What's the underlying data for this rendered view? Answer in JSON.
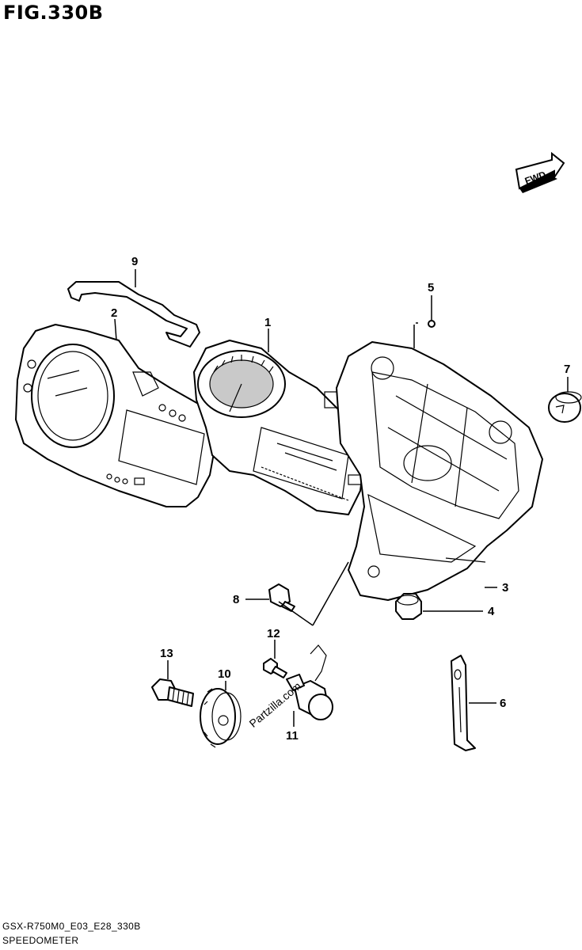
{
  "figure": {
    "title": "FIG.330B",
    "footer_code": "GSX-R750M0_E03_E28_330B",
    "footer_name": "SPEEDOMETER",
    "fwd_label": "FWD",
    "watermark": "Partzilla.com"
  },
  "callouts": [
    {
      "id": "1",
      "label": "1"
    },
    {
      "id": "2",
      "label": "2"
    },
    {
      "id": "3",
      "label": "3"
    },
    {
      "id": "4",
      "label": "4"
    },
    {
      "id": "5",
      "label": "5"
    },
    {
      "id": "6",
      "label": "6"
    },
    {
      "id": "7",
      "label": "7"
    },
    {
      "id": "8",
      "label": "8"
    },
    {
      "id": "9",
      "label": "9"
    },
    {
      "id": "10",
      "label": "10"
    },
    {
      "id": "11",
      "label": "11"
    },
    {
      "id": "12",
      "label": "12"
    },
    {
      "id": "13",
      "label": "13"
    }
  ]
}
